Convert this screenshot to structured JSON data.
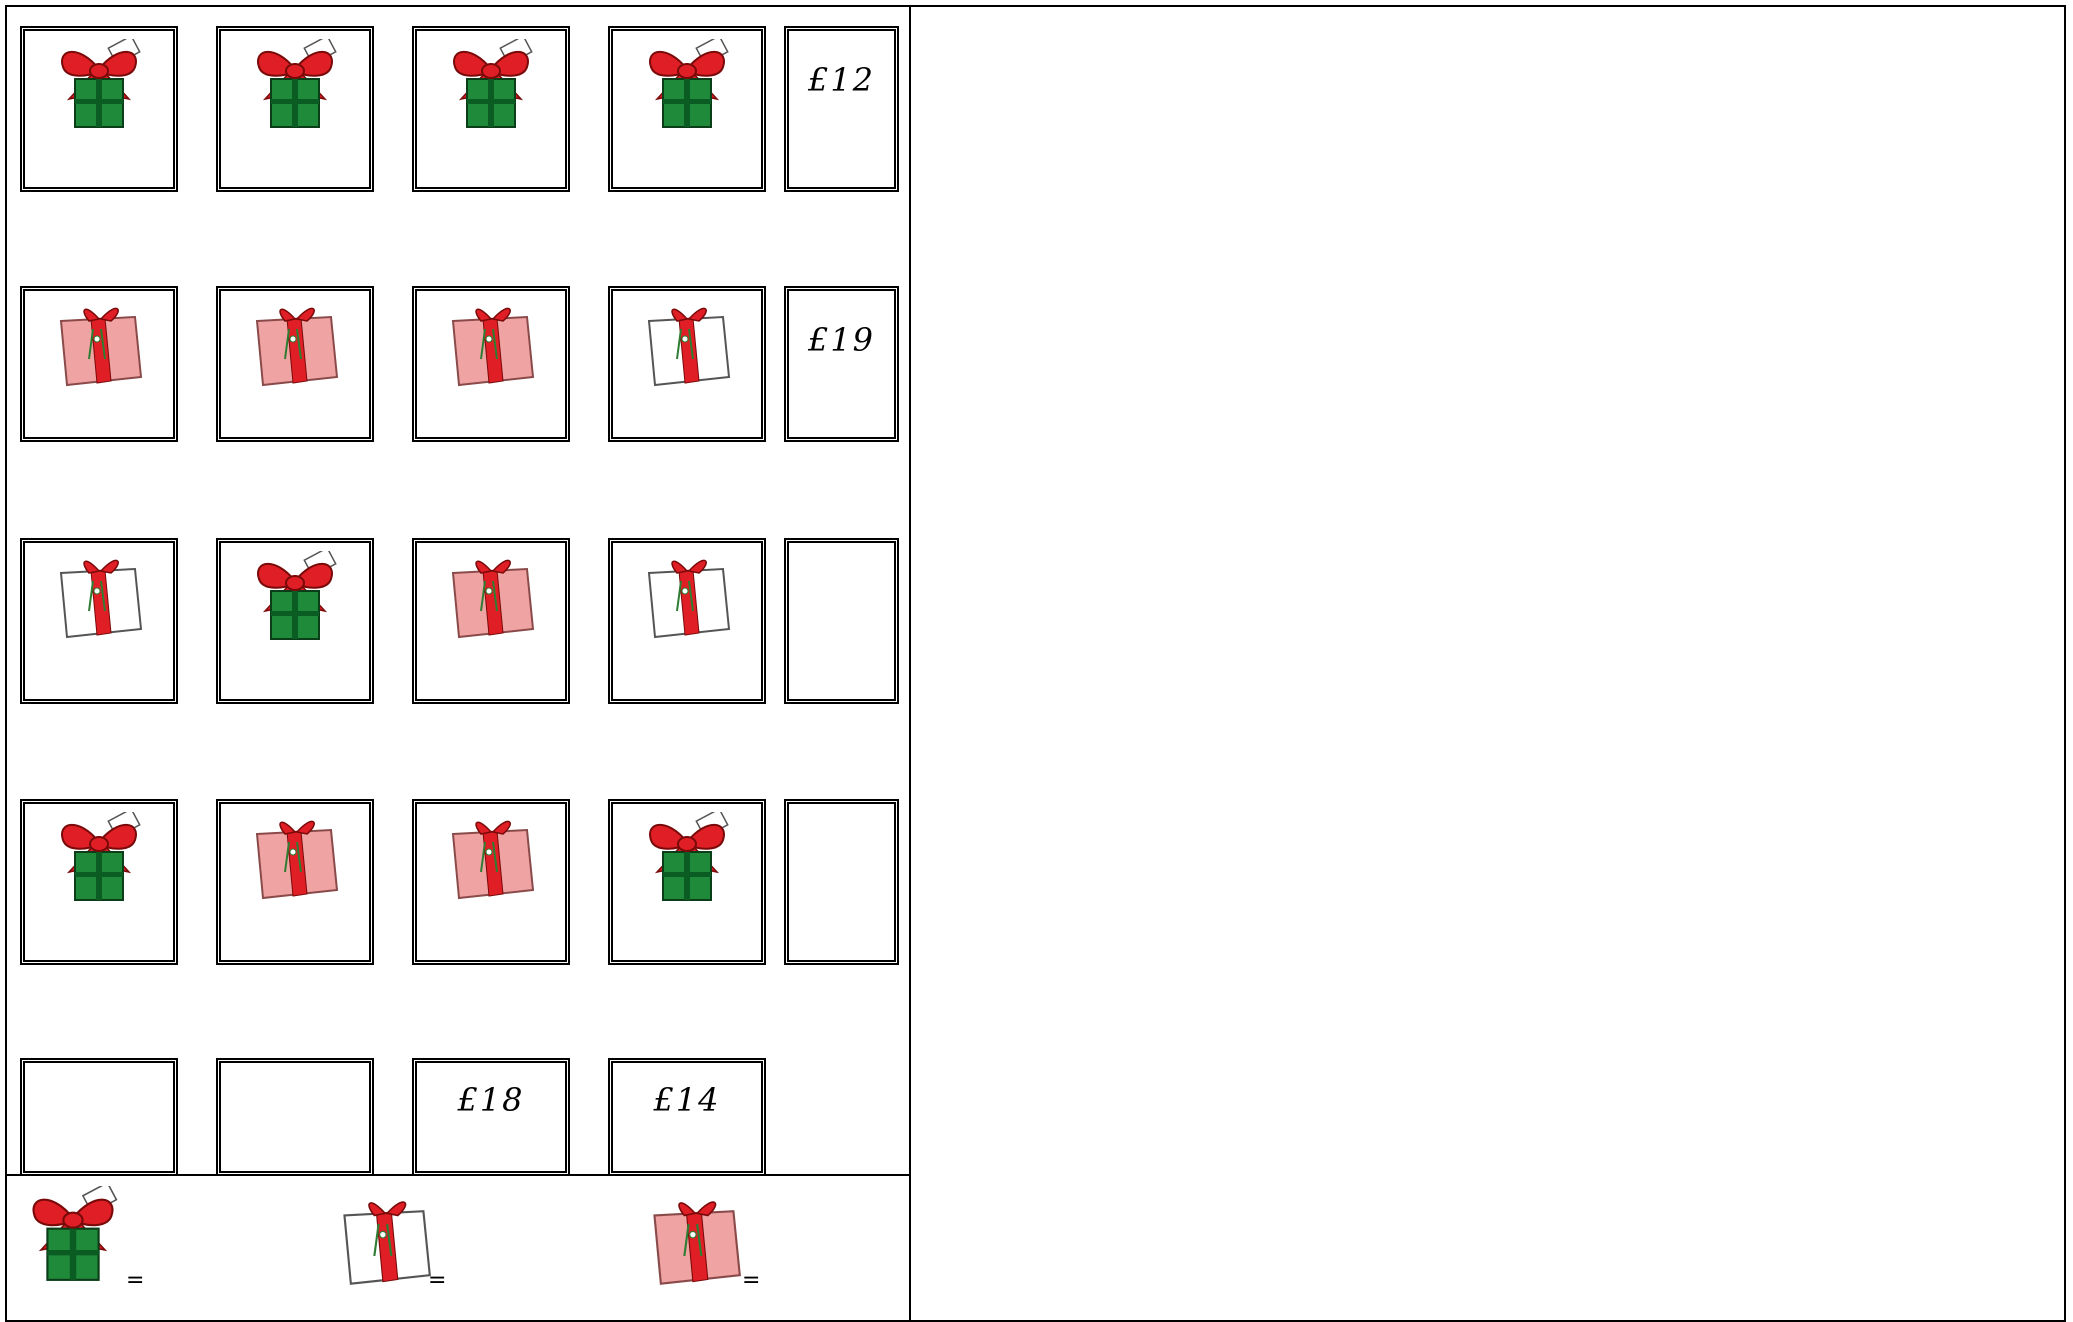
{
  "grid": {
    "rows": [
      [
        "green",
        "green",
        "green",
        "green",
        "£12"
      ],
      [
        "pink",
        "pink",
        "pink",
        "white",
        "£19"
      ],
      [
        "white",
        "green",
        "pink",
        "white",
        ""
      ],
      [
        "green",
        "pink",
        "pink",
        "green",
        ""
      ]
    ],
    "totals_row": [
      "",
      "",
      "£18",
      "£14"
    ]
  },
  "key": {
    "items": [
      {
        "icon": "green-gift-bow-icon",
        "equals": "="
      },
      {
        "icon": "white-gift-box-icon",
        "equals": "="
      },
      {
        "icon": "pink-gift-box-icon",
        "equals": "="
      }
    ]
  },
  "colors": {
    "green": "#1f8a3a",
    "red": "#e01e25",
    "pink": "#f0a3a3",
    "white": "#ffffff"
  }
}
